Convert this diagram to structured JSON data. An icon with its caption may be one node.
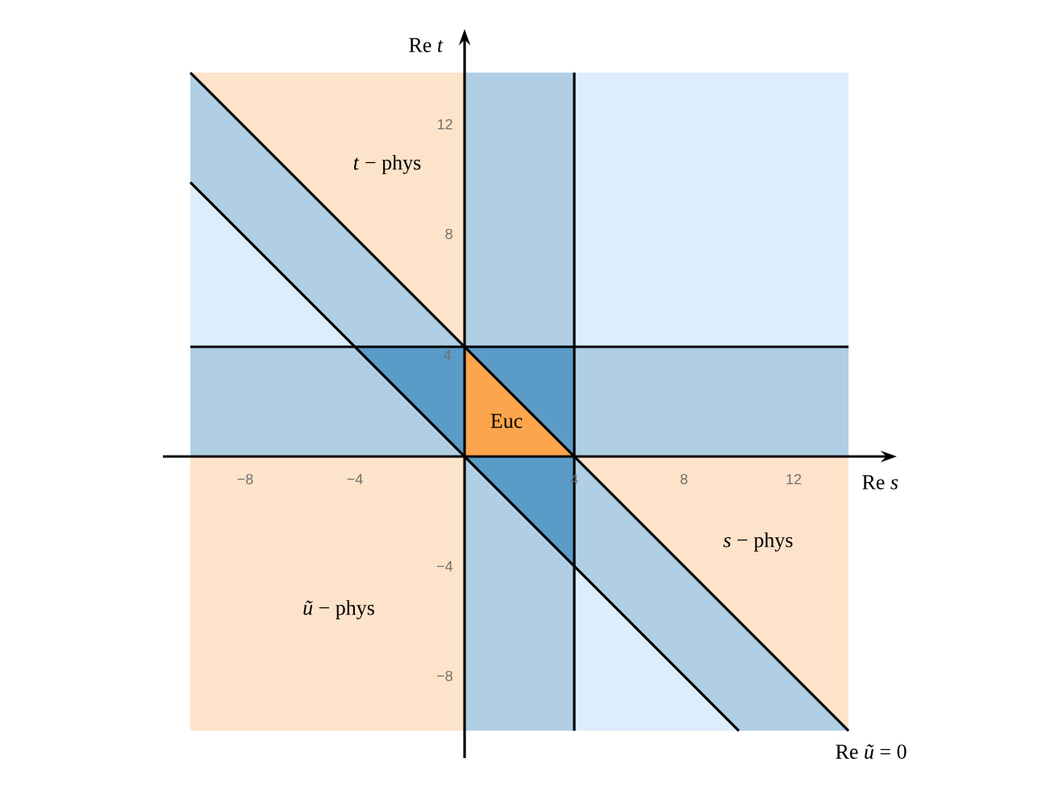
{
  "diagram": {
    "labels": [
      "Re *t*",
      "12",
      "*t* − phys",
      "8",
      "4",
      "Euc",
      "−8",
      "−4",
      "4",
      "8",
      "12",
      "Re *s*",
      "*s* − phys",
      "−4",
      "*ũ* − phys",
      "−8",
      "Re *ũ* = 0"
    ]
  }
}
